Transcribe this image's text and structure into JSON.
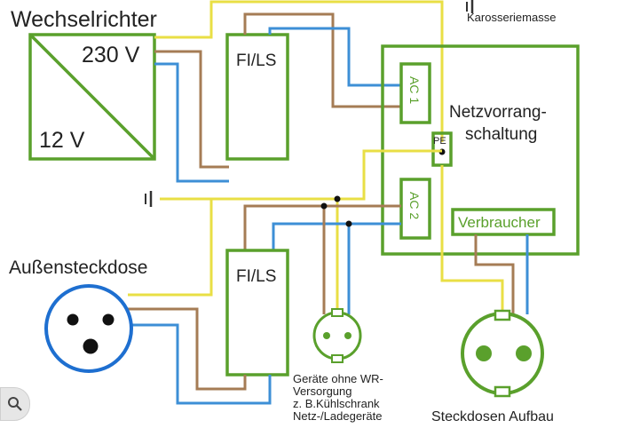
{
  "inverter": {
    "title": "Wechselrichter",
    "voltage_ac": "230 V",
    "voltage_dc": "12 V"
  },
  "chassis_label": "Karosseriemasse",
  "breaker_top": "FI/LS",
  "breaker_bottom": "FI/LS",
  "priority_switch": {
    "title_line1": "Netzvorrang-",
    "title_line2": "schaltung",
    "ac1": "AC 1",
    "ac2": "AC 2",
    "pe": "PE",
    "consumer": "Verbraucher"
  },
  "outdoor_socket": "Außensteckdose",
  "devices_note": [
    "Geräte ohne WR-",
    "Versorgung",
    "z. B.Kühlschrank",
    "Netz-/Ladegeräte"
  ],
  "socket_label": "Steckdosen Aufbau",
  "colors": {
    "frame": "#5aa02c",
    "phase": "#a57c55",
    "neutral": "#3d8fd6",
    "earth": "#e9df45",
    "socket_ring": "#1e6fd0"
  },
  "icons": {
    "zoom": "lens-icon"
  }
}
